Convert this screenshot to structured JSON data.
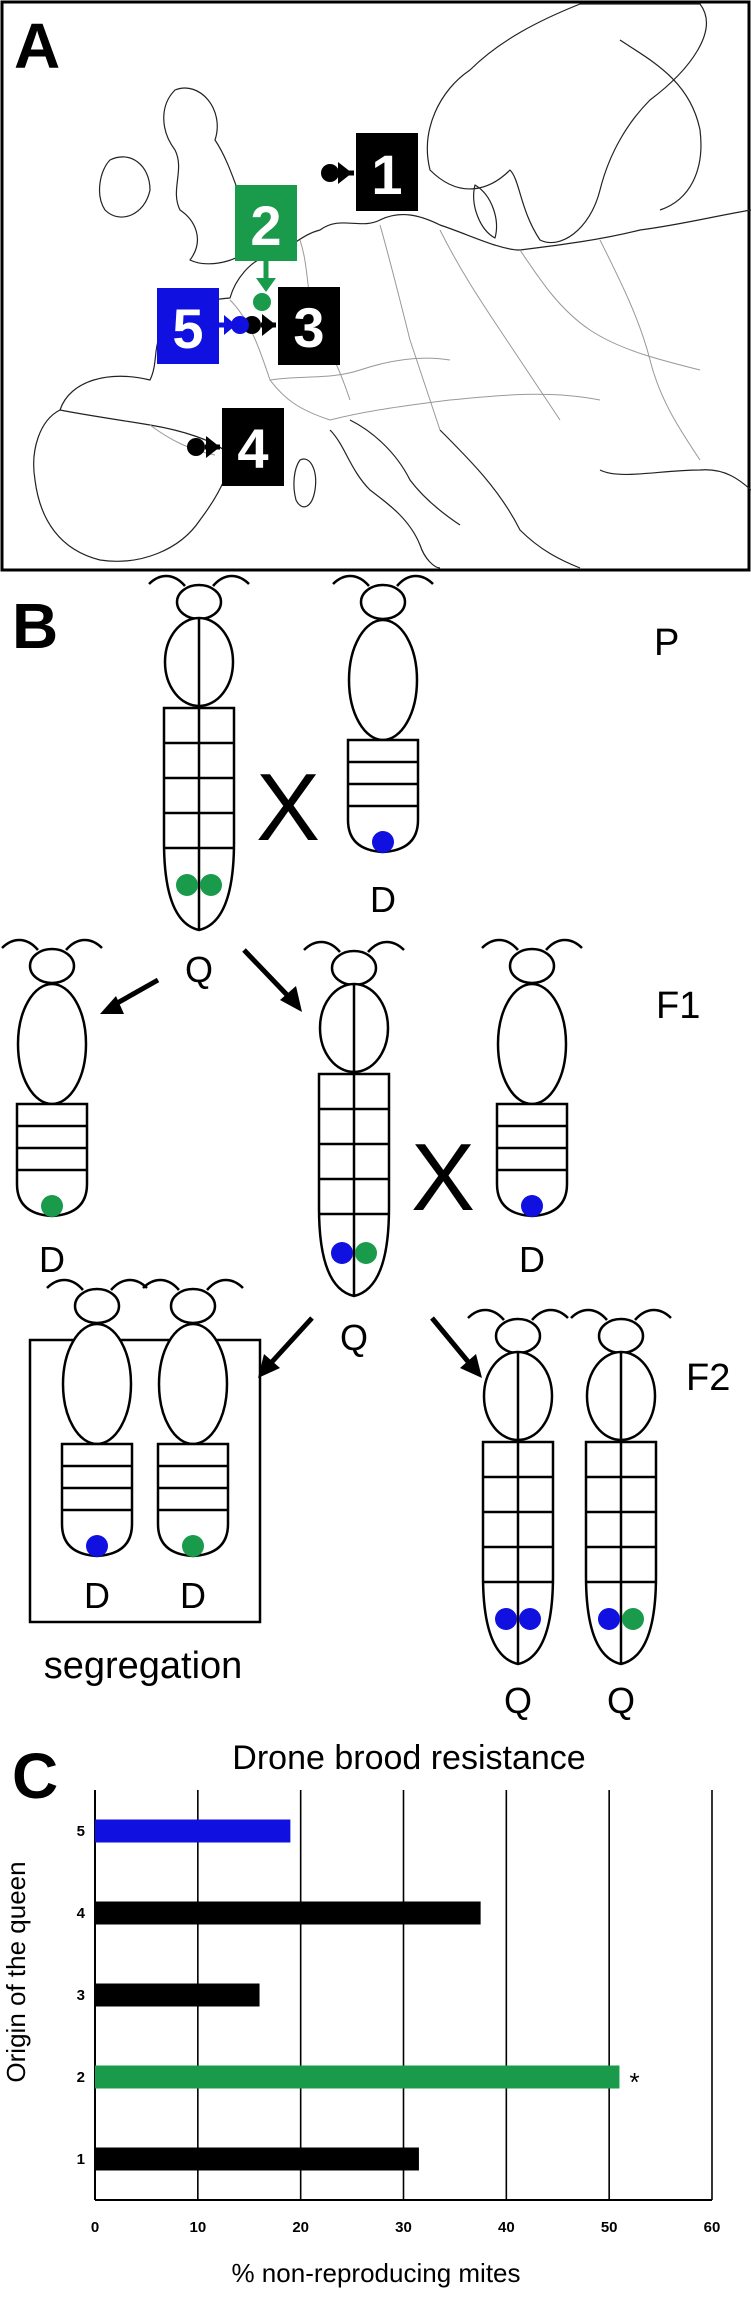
{
  "panel_a": {
    "letter": "A",
    "sites": [
      {
        "number": "1",
        "color": "#000000"
      },
      {
        "number": "2",
        "color": "#1a9b4b"
      },
      {
        "number": "3",
        "color": "#000000"
      },
      {
        "number": "4",
        "color": "#000000"
      },
      {
        "number": "5",
        "color": "#1010e0"
      }
    ]
  },
  "panel_b": {
    "letter": "B",
    "generations": [
      "P",
      "F1",
      "F2"
    ],
    "cross_symbol": "X",
    "queen_label": "Q",
    "drone_label": "D",
    "box_caption": "segregation",
    "allele_colors": {
      "green": "#1a9b4b",
      "blue": "#1010e0"
    }
  },
  "panel_c": {
    "letter": "C",
    "asterisk": "*"
  },
  "chart_data": {
    "type": "bar",
    "orientation": "horizontal",
    "title": "Drone brood resistance",
    "xlabel": "% non-reproducing mites",
    "ylabel": "Origin of the queen",
    "xlim": [
      0,
      60
    ],
    "xticks": [
      "0",
      "10",
      "20",
      "30",
      "40",
      "50",
      "60"
    ],
    "grid": "vertical",
    "categories": [
      "5",
      "4",
      "3",
      "2",
      "1"
    ],
    "values": [
      19,
      37.5,
      16,
      51,
      31.5
    ],
    "colors": [
      "#1010e0",
      "#000000",
      "#000000",
      "#1a9b4b",
      "#000000"
    ],
    "annotations": [
      {
        "category": "2",
        "text": "*"
      }
    ]
  }
}
